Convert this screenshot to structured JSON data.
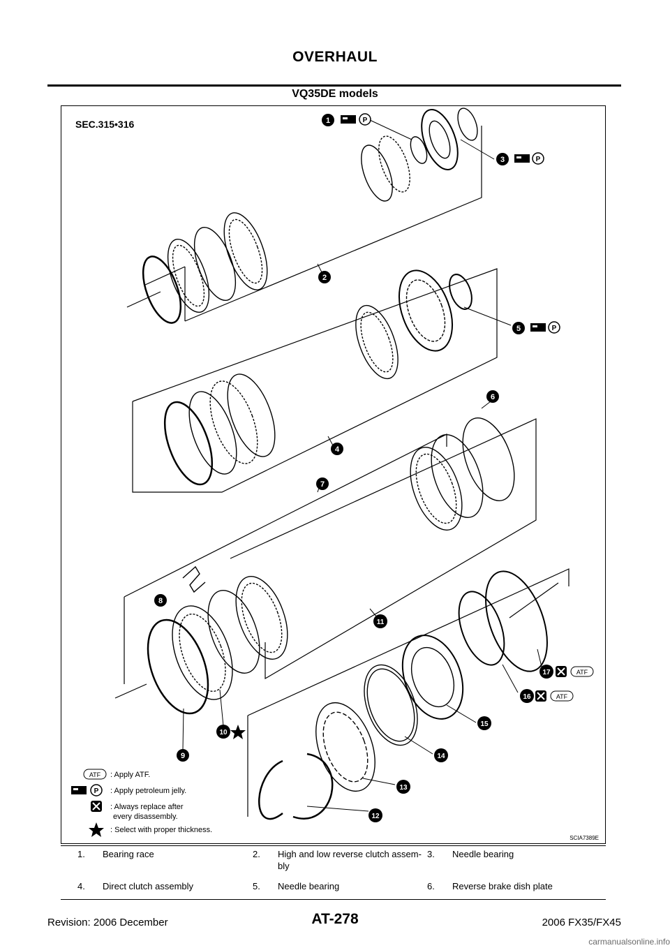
{
  "header": {
    "title": "OVERHAUL"
  },
  "section_title": "VQ35DE models",
  "figure": {
    "section_code": "SEC.315•316",
    "figure_id": "SCIA7389E",
    "callouts": [
      "1",
      "2",
      "3",
      "4",
      "5",
      "6",
      "7",
      "8",
      "9",
      "10",
      "11",
      "12",
      "13",
      "14",
      "15",
      "16",
      "17"
    ],
    "callout_symbols": {
      "1": [
        "petroleum-jelly-icon",
        "P-icon"
      ],
      "3": [
        "petroleum-jelly-icon",
        "P-icon"
      ],
      "5": [
        "petroleum-jelly-icon",
        "P-icon"
      ],
      "10": [
        "star-icon"
      ],
      "16": [
        "replace-icon",
        "ATF-icon"
      ],
      "17": [
        "replace-icon",
        "ATF-icon"
      ]
    },
    "legend": [
      {
        "symbol": "ATF",
        "text": ": Apply ATF."
      },
      {
        "symbol": "P",
        "text": ": Apply petroleum jelly."
      },
      {
        "symbol": "replace",
        "text_line1": ": Always replace after",
        "text_line2": "every disassembly."
      },
      {
        "symbol": "star",
        "text": ": Select with proper thickness."
      }
    ]
  },
  "parts": [
    [
      {
        "num": "1.",
        "name": "Bearing race"
      },
      {
        "num": "2.",
        "name": "High and low reverse clutch assem-bly"
      },
      {
        "num": "3.",
        "name": "Needle bearing"
      }
    ],
    [
      {
        "num": "4.",
        "name": "Direct clutch assembly"
      },
      {
        "num": "5.",
        "name": "Needle bearing"
      },
      {
        "num": "6.",
        "name": "Reverse brake dish plate"
      }
    ]
  ],
  "footer": {
    "revision": "Revision: 2006 December",
    "page": "AT-278",
    "model": "2006 FX35/FX45",
    "watermark": "carmanualsonline.info"
  }
}
